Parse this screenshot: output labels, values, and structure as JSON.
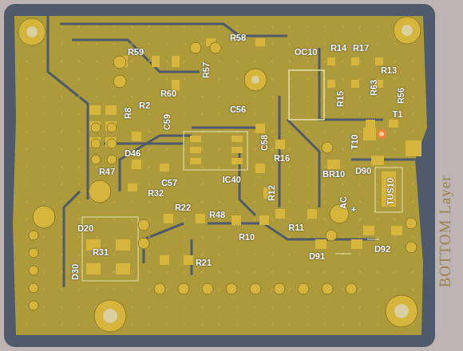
{
  "diagram": {
    "labels": [
      "R59",
      "R58",
      "OC10",
      "R14",
      "R17",
      "R13",
      "R57",
      "R63",
      "R15",
      "R56",
      "T1",
      "R60",
      "R8",
      "R2",
      "C56",
      "C59",
      "C58",
      "D46",
      "R16",
      "T10",
      "R47",
      "IC40",
      "BR10",
      "D90",
      "C57",
      "R32",
      "R12",
      "AC",
      "+",
      "TUS10",
      "R22",
      "R48",
      "D20",
      "R10",
      "R11",
      "D91",
      "D92",
      "R31",
      "R21",
      "D30",
      "BOTTOM Layer"
    ]
  }
}
